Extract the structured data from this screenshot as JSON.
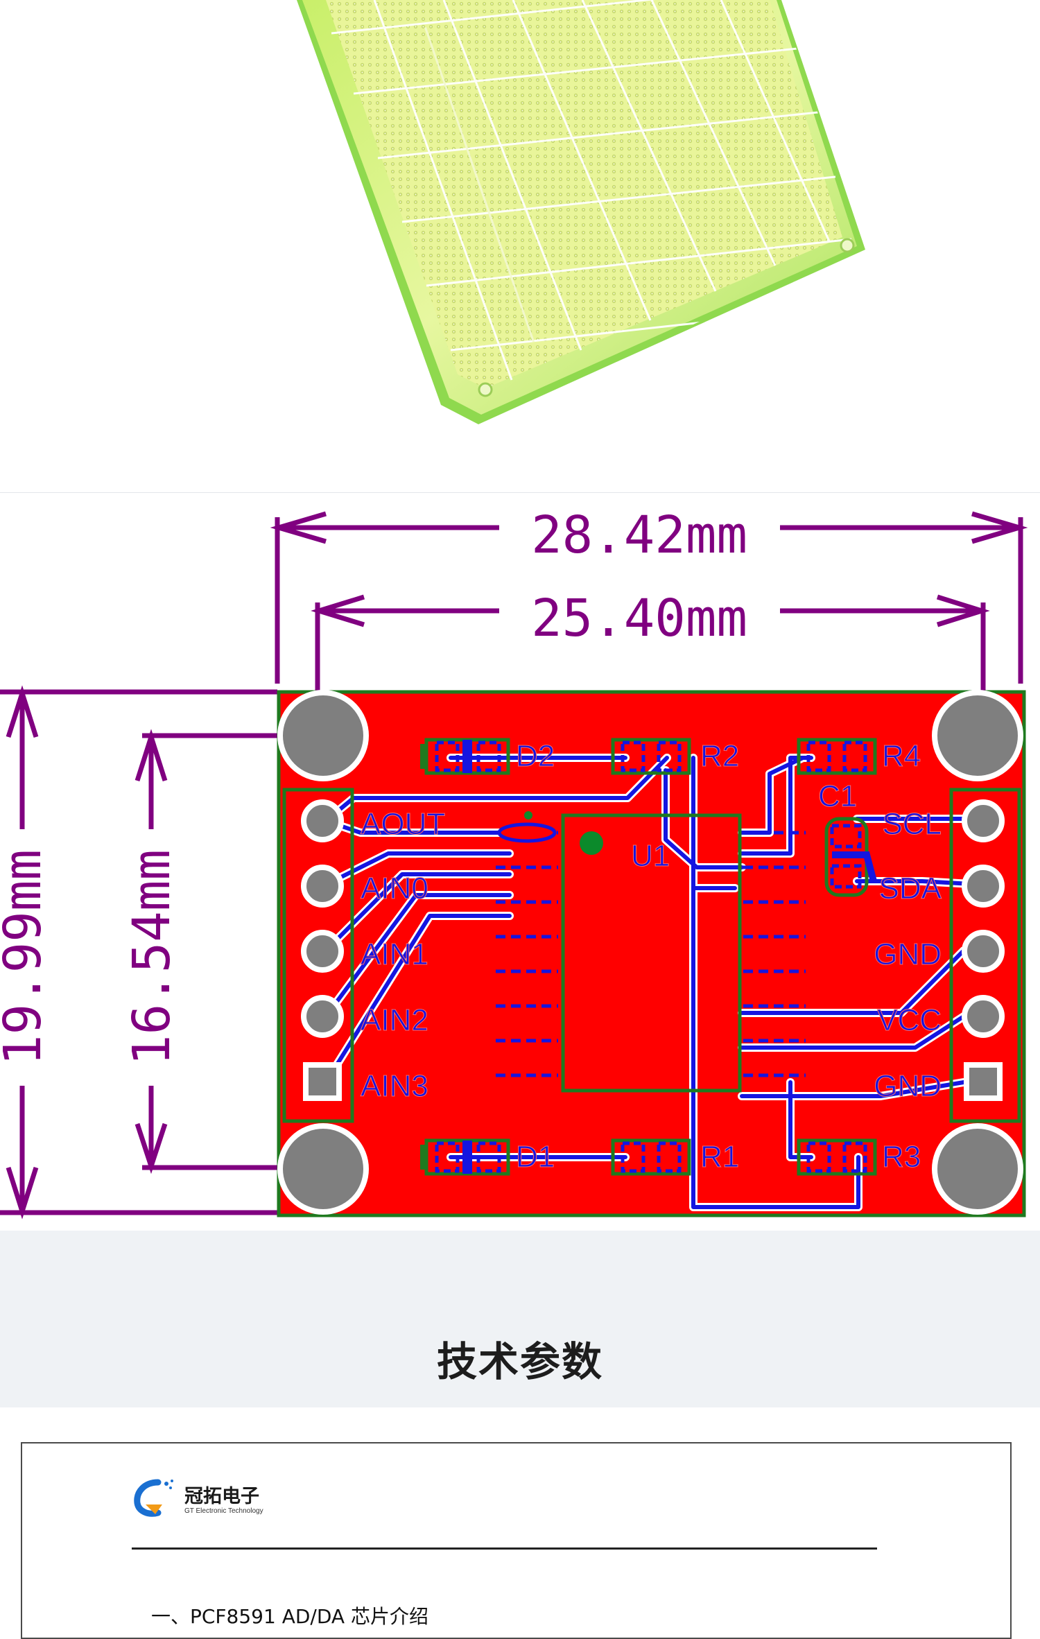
{
  "diagram": {
    "dimensions": {
      "outer_width": "28.42mm",
      "inner_width": "25.40mm",
      "outer_height": "19.99mm",
      "inner_height": "16.54mm"
    },
    "left_pins": [
      "AOUT",
      "AIN0",
      "AIN1",
      "AIN2",
      "AIN3"
    ],
    "right_pins": [
      "SCL",
      "SDA",
      "GND",
      "VCC",
      "GND"
    ],
    "components": {
      "d2": "D2",
      "r2": "R2",
      "r4": "R4",
      "c1": "C1",
      "u1": "U1",
      "d1": "D1",
      "r1": "R1",
      "r3": "R3"
    },
    "colors": {
      "dimension": "#800080",
      "board": "#ff0000",
      "outline": "#1f7a1f",
      "trace": "#1515e0",
      "hole": "#7f7f7f"
    }
  },
  "section": {
    "heading": "技术参数"
  },
  "document": {
    "brand_name": "冠拓电子",
    "brand_subtitle": "GT Electronic Technology",
    "first_line": "一、PCF8591 AD/DA 芯片介绍"
  }
}
